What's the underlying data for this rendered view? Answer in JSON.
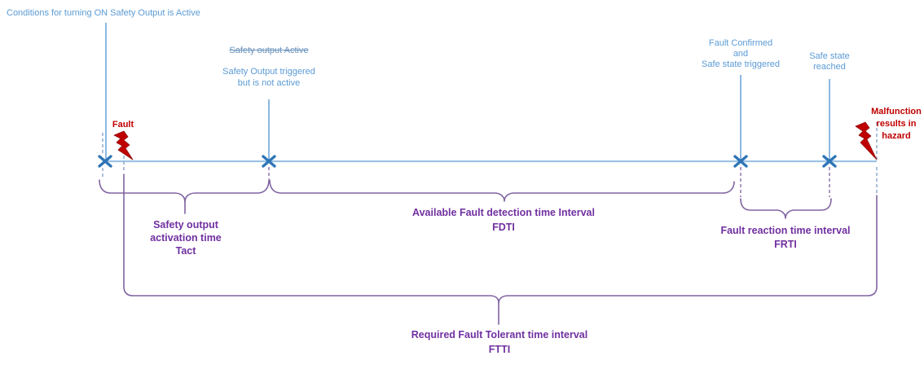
{
  "colors": {
    "blue_text": "#5B9BD5",
    "pointer_line_blue": "#5B9BD5",
    "timeline_blue": "#9DC3E6",
    "marker_blue": "#2E75B6",
    "dash_blue": "#7D9EC6",
    "brace_purple": "#8064A2",
    "interval_text_purple": "#7030A0",
    "alert_red": "#C00000"
  },
  "events": {
    "conditions_label": "Conditions for turning ON Safety Output is Active",
    "safety_output_active_struck": "Safety output Active",
    "safety_output_triggered": {
      "line1": "Safety Output triggered",
      "line2": "but is not active"
    },
    "fault": "Fault",
    "fault_confirmed": {
      "line1": "Fault Confirmed",
      "line2": "and",
      "line3": "Safe state triggered"
    },
    "safe_state_reached": {
      "line1": "Safe state",
      "line2": "reached"
    },
    "malfunction": {
      "line1": "Malfunction",
      "line2": "results in",
      "line3": "hazard"
    }
  },
  "intervals": {
    "tact": {
      "line1": "Safety output",
      "line2": "activation time",
      "line3": "Tact"
    },
    "fdti": {
      "line1": "Available Fault detection time Interval",
      "line2": "FDTI"
    },
    "frti": {
      "line1": "Fault reaction time interval",
      "line2": "FRTI"
    },
    "ftti": {
      "line1": "Required Fault Tolerant time interval",
      "line2": "FTTI"
    }
  }
}
